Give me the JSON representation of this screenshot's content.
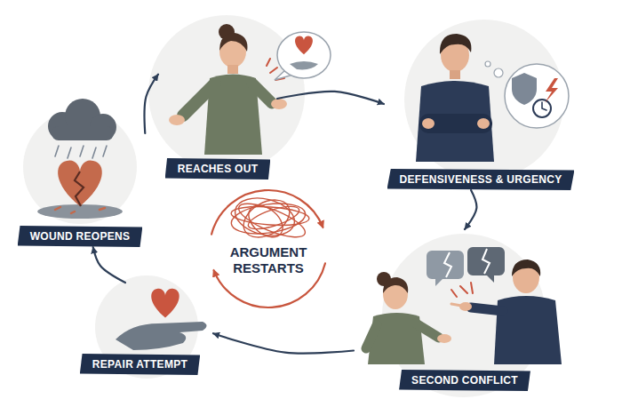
{
  "diagram": {
    "nodes": [
      {
        "text": [
          "REACHES OUT"
        ]
      },
      {
        "text": [
          "DEFENSIVENESS & URGENCY"
        ]
      },
      {
        "text": [
          "SECOND CONFLICT"
        ]
      },
      {
        "text": [
          "REPAIR ATTEMPT"
        ]
      },
      {
        "text": [
          "WOUND REOPENS"
        ]
      },
      {
        "text": [
          "ARGUMENT RESTARTS"
        ]
      }
    ],
    "edges": [
      {
        "from": 0,
        "to": 1,
        "arrow": "to"
      },
      {
        "from": 1,
        "to": 2,
        "arrow": "to"
      },
      {
        "from": 2,
        "to": 3,
        "arrow": "to"
      },
      {
        "from": 3,
        "to": 4,
        "arrow": "to"
      },
      {
        "from": 4,
        "to": 0,
        "arrow": "to"
      }
    ]
  }
}
